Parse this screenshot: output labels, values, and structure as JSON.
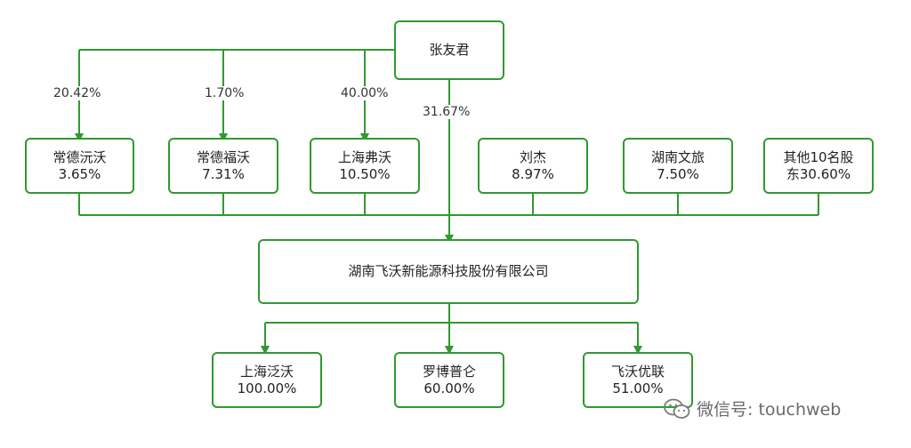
{
  "top": {
    "name": "张友君"
  },
  "shareholders": [
    {
      "name": "常德沅沃",
      "share": "3.65%",
      "edge_pct": "20.42%"
    },
    {
      "name": "常德福沃",
      "share": "7.31%",
      "edge_pct": "1.70%"
    },
    {
      "name": "上海弗沃",
      "share": "10.50%",
      "edge_pct": "40.00%"
    },
    {
      "name": "刘杰",
      "share": "8.97%"
    },
    {
      "name": "湖南文旅",
      "share": "7.50%"
    },
    {
      "name": "其他10名股",
      "share": "东30.60%"
    }
  ],
  "direct_pct": "31.67%",
  "company": {
    "name": "湖南飞沃新能源科技股份有限公司"
  },
  "subsidiaries": [
    {
      "name": "上海泛沃",
      "share": "100.00%"
    },
    {
      "name": "罗博普仑",
      "share": "60.00%"
    },
    {
      "name": "飞沃优联",
      "share": "51.00%"
    }
  ],
  "watermark": {
    "text": "微信号: touchweb",
    "icon": "wechat-icon"
  },
  "colors": {
    "line": "#2f9a2f",
    "border": "#2f9a2f"
  }
}
